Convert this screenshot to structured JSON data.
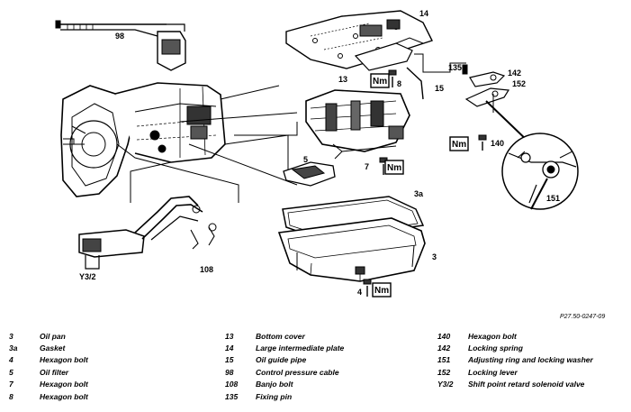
{
  "callouts": {
    "c98": "98",
    "c14": "14",
    "c13": "13",
    "c8": "8",
    "c15": "15",
    "c135": "135",
    "c142": "142",
    "c140": "140",
    "c152": "152",
    "c5": "5",
    "c7": "7",
    "c3a": "3a",
    "c3": "3",
    "c151": "151",
    "c108": "108",
    "c4": "4",
    "cY32": "Y3/2"
  },
  "torque_label": "Nm",
  "reference": "P27.50-0247-09",
  "legend": {
    "col1": [
      {
        "num": "3",
        "text": "Oil pan"
      },
      {
        "num": "3a",
        "text": "Gasket"
      },
      {
        "num": "4",
        "text": "Hexagon bolt"
      },
      {
        "num": "5",
        "text": "Oil filter"
      },
      {
        "num": "7",
        "text": "Hexagon bolt"
      },
      {
        "num": "8",
        "text": "Hexagon bolt"
      }
    ],
    "col2": [
      {
        "num": "13",
        "text": "Bottom cover"
      },
      {
        "num": "14",
        "text": "Large intermediate plate"
      },
      {
        "num": "15",
        "text": "Oil guide pipe"
      },
      {
        "num": "98",
        "text": "Control pressure cable"
      },
      {
        "num": "108",
        "text": "Banjo bolt"
      },
      {
        "num": "135",
        "text": "Fixing pin"
      }
    ],
    "col3": [
      {
        "num": "140",
        "text": "Hexagon bolt"
      },
      {
        "num": "142",
        "text": "Locking spring"
      },
      {
        "num": "151",
        "text": "Adjusting ring and locking washer"
      },
      {
        "num": "152",
        "text": "Locking lever"
      },
      {
        "num": "Y3/2",
        "text": "Shift point retard solenoid valve"
      }
    ]
  }
}
